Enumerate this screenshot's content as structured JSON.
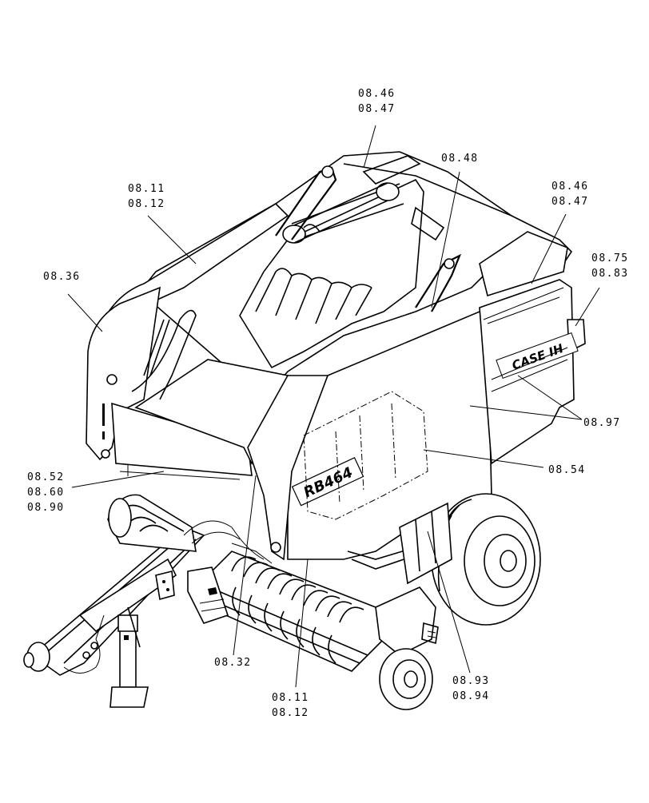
{
  "callouts": [
    {
      "id": "c1",
      "lines": [
        "08.46",
        "08.47"
      ]
    },
    {
      "id": "c2",
      "lines": [
        "08.48"
      ]
    },
    {
      "id": "c3",
      "lines": [
        "08.11",
        "08.12"
      ]
    },
    {
      "id": "c4",
      "lines": [
        "08.46",
        "08.47"
      ]
    },
    {
      "id": "c5",
      "lines": [
        "08.75",
        "08.83"
      ]
    },
    {
      "id": "c6",
      "lines": [
        "08.36"
      ]
    },
    {
      "id": "c7",
      "lines": [
        "08.97"
      ]
    },
    {
      "id": "c8",
      "lines": [
        "08.54"
      ]
    },
    {
      "id": "c9",
      "lines": [
        "08.52",
        "08.60",
        "08.90"
      ]
    },
    {
      "id": "c10",
      "lines": [
        "08.32"
      ]
    },
    {
      "id": "c11",
      "lines": [
        "08.11",
        "08.12"
      ]
    },
    {
      "id": "c12",
      "lines": [
        "08.93",
        "08.94"
      ]
    }
  ],
  "decals": {
    "brand": "CASE IH",
    "model": "RB464"
  }
}
